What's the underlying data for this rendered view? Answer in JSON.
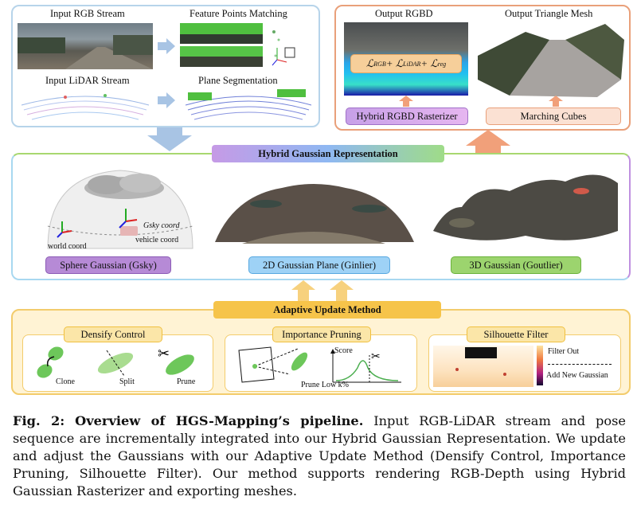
{
  "top_left": {
    "input_rgb": "Input RGB Stream",
    "feature_matching": "Feature Points Matching",
    "input_lidar": "Input LiDAR Stream",
    "plane_seg": "Plane Segmentation"
  },
  "top_right": {
    "output_rgbd": "Output RGBD",
    "output_mesh": "Output Triangle Mesh",
    "loss_formula": "ℒRGB + ℒLiDAR + ℒreg",
    "loss_parts": [
      "ℒ",
      "RGB",
      " + ℒ",
      "LiDAR",
      " + ℒ",
      "reg"
    ],
    "rasterizer": "Hybrid RGBD Rasterizer",
    "marching": "Marching Cubes"
  },
  "hybrid": {
    "title": "Hybrid Gaussian Representation",
    "gsky_coord": "Gsky coord",
    "world_coord": "world coord",
    "vehicle_coord": "vehicle coord",
    "sphere": "Sphere Gaussian (Gsky)",
    "plane": "2D Gaussian Plane (Ginlier)",
    "g3d": "3D Gaussian (Goutlier)"
  },
  "adaptive": {
    "title": "Adaptive Update Method",
    "densify": "Densify Control",
    "clone": "Clone",
    "split": "Split",
    "prune": "Prune",
    "importance": "Importance Pruning",
    "score": "Score",
    "prune_low": "Prune Low k%",
    "silhouette": "Silhouette Filter",
    "filter_out": "Filter Out",
    "add_new": "Add New Gaussian"
  },
  "caption": {
    "fig": "Fig. 2:",
    "bold": "Overview of HGS-Mapping’s pipeline.",
    "text": "Input RGB-LiDAR stream and pose sequence are incrementally integrated into our Hybrid Gaussian Representation. We update and adjust the Gaussians with our Adaptive Update Method (Densify Control, Importance Pruning, Silhouette Filter). Our method supports rendering RGB-Depth using Hybrid Gaussian Rasterizer and exporting meshes."
  }
}
